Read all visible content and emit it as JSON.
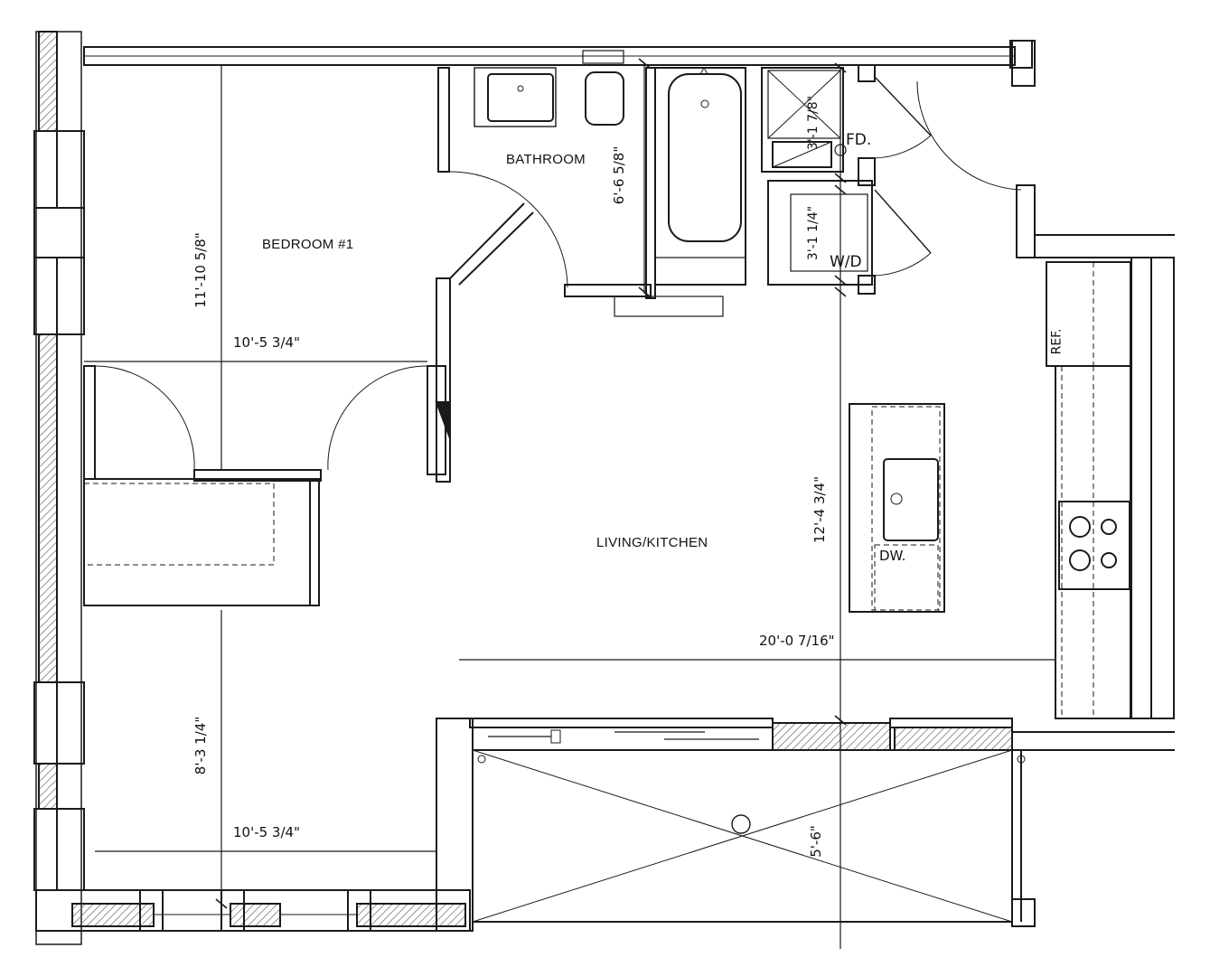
{
  "rooms": {
    "bedroom": "BEDROOM #1",
    "bathroom": "BATHROOM",
    "living_kitchen": "LIVING/KITCHEN"
  },
  "fixtures": {
    "floor_drain": "FD.",
    "washer_dryer": "W/D",
    "dishwasher": "DW.",
    "refrigerator": "REF."
  },
  "dimensions": {
    "bedroom_height": "11'-10 5/8\"",
    "bedroom_width_top": "10'-5 3/4\"",
    "lower_height": "8'-3 1/4\"",
    "lower_width": "10'-5 3/4\"",
    "bathroom_height": "6'-6 5/8\"",
    "closet_fd_height": "3'-1 7/8\"",
    "wd_height": "3'-1 1/4\"",
    "living_height": "12'-4 3/4\"",
    "living_width": "20'-0 7/16\"",
    "balcony_depth": "5'-6\""
  },
  "colors": {
    "line": "#1a1a1a",
    "hatch": "#555555",
    "background": "#ffffff"
  }
}
